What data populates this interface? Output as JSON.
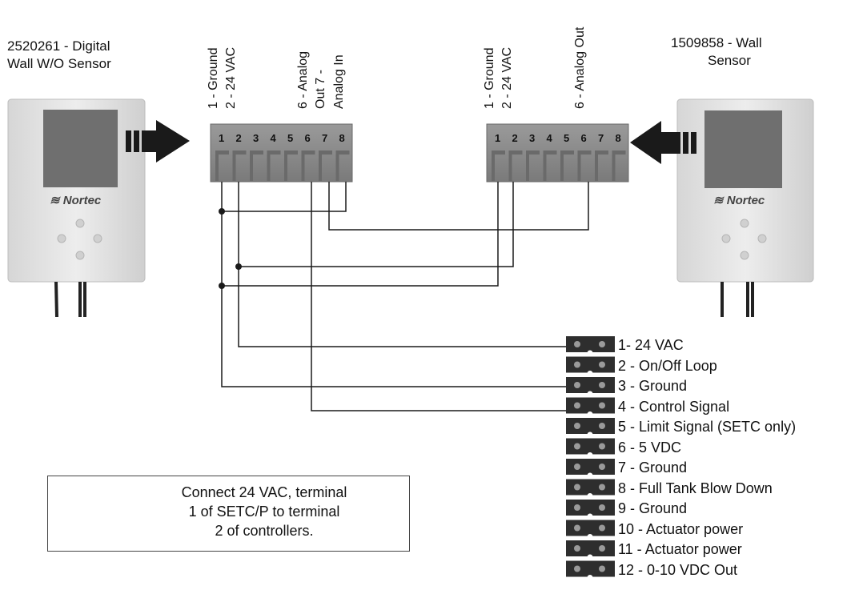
{
  "left_device": {
    "title_line1": "2520261 - Digital",
    "title_line2": "Wall W/O Sensor",
    "brand": "Nortec"
  },
  "right_device": {
    "title_line1": "1509858 - Wall",
    "title_line2": "Sensor",
    "brand": "Nortec"
  },
  "left_block": {
    "numbers": [
      "1",
      "2",
      "3",
      "4",
      "5",
      "6",
      "7",
      "8"
    ],
    "labels": [
      "1 - Ground",
      "2 - 24 VAC",
      "6 - Analog",
      "Out 7 -",
      "Analog In"
    ]
  },
  "right_block": {
    "numbers": [
      "1",
      "2",
      "3",
      "4",
      "5",
      "6",
      "7",
      "8"
    ],
    "labels": [
      "1 - Ground",
      "2 - 24 VAC",
      "6 - Analog Out"
    ]
  },
  "terminal_strip": {
    "labels": [
      "1- 24 VAC",
      "2 - On/Off Loop",
      "3 - Ground",
      "4 - Control Signal",
      "5 - Limit Signal (SETC only)",
      "6 - 5 VDC",
      "7 - Ground",
      "8 - Full Tank Blow Down",
      "9 - Ground",
      "10 - Actuator power",
      "11 - Actuator power",
      "12 - 0-10 VDC Out"
    ]
  },
  "warning": {
    "line1": "Connect 24 VAC, terminal",
    "line2": "1 of SETC/P to terminal",
    "line3": "2 of controllers."
  },
  "colors": {
    "device_body": "#e6e6e6",
    "device_screen": "#6f6f6f",
    "block_fill": "#8a8a8a",
    "arrow": "#1a1a1a",
    "wire": "#1a1a1a"
  }
}
